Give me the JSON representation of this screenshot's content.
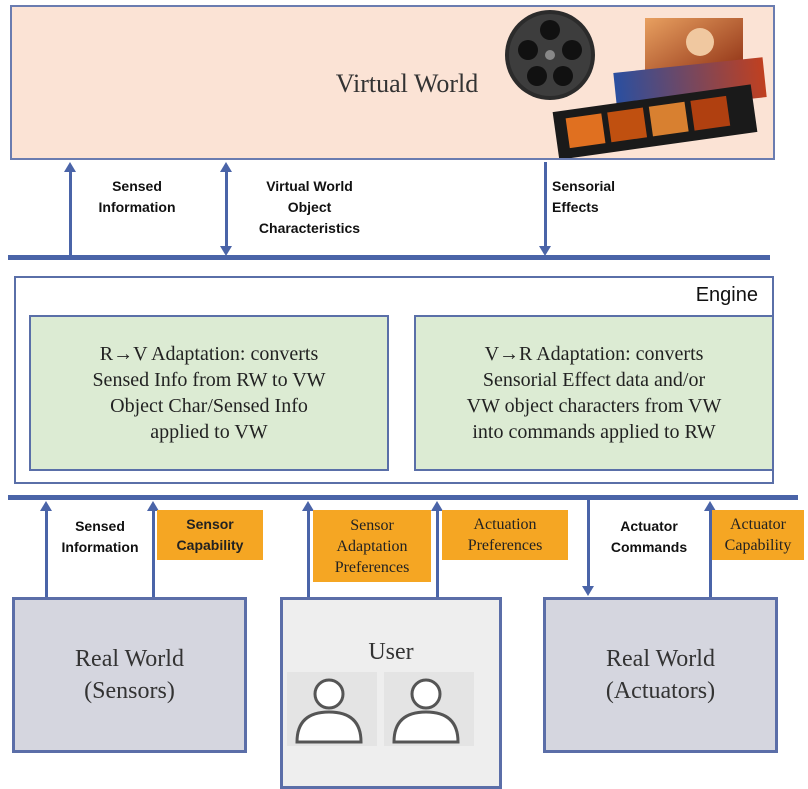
{
  "virtual_world": {
    "title": "Virtual World"
  },
  "top_labels": {
    "sensed_information": [
      "Sensed",
      "Information"
    ],
    "vw_object_characteristics": [
      "Virtual World",
      "Object",
      "Characteristics"
    ],
    "sensorial_effects": [
      "Sensorial",
      "Effects"
    ]
  },
  "engine": {
    "title": "Engine",
    "rv_box": [
      "R→V Adaptation: converts",
      "Sensed Info from RW to VW",
      "Object Char/Sensed Info",
      "applied to VW"
    ],
    "vr_box": [
      "V→R Adaptation: converts",
      "Sensorial Effect data and/or",
      "VW object characters from VW",
      "into commands applied to RW"
    ]
  },
  "bottom_labels": {
    "sensed_information": [
      "Sensed",
      "Information"
    ],
    "sensor_capability": [
      "Sensor",
      "Capability"
    ],
    "sensor_adaptation_preferences": [
      "Sensor",
      "Adaptation",
      "Preferences"
    ],
    "actuation_preferences": [
      "Actuation",
      "Preferences"
    ],
    "actuator_commands": [
      "Actuator",
      "Commands"
    ],
    "actuator_capability": [
      "Actuator",
      "Capability"
    ]
  },
  "bottom_boxes": {
    "real_world_sensors": [
      "Real World",
      "(Sensors)"
    ],
    "user": "User",
    "real_world_actuators": [
      "Real World",
      "(Actuators)"
    ]
  },
  "colors": {
    "virtual_world_bg": "#fbe3d5",
    "bus": "#4a64a8",
    "adaptation_bg": "#dcebd3",
    "highlight_label": "#f5a623",
    "world_box_bg": "#d5d6df",
    "user_box_bg": "#eeeeee"
  },
  "icons": [
    "film-reel-icon",
    "user-icon"
  ]
}
